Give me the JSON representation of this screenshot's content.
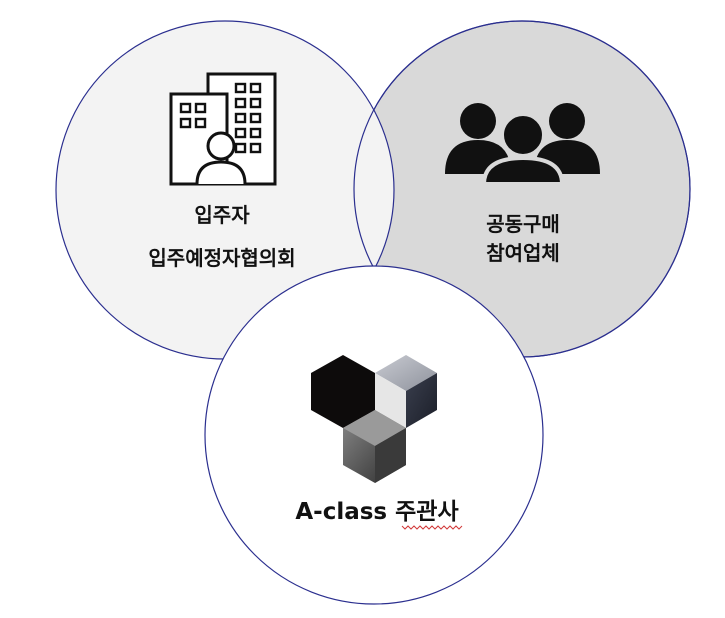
{
  "diagram": {
    "circles": [
      {
        "id": "residents",
        "fill": "#f3f3f3",
        "icon": "apartment-building-with-person-icon",
        "labels": [
          "입주자",
          "입주예정자협의회"
        ]
      },
      {
        "id": "vendors",
        "fill": "#d9d9d9",
        "icon": "group-of-people-icon",
        "labels": [
          "공동구매",
          "참여업체"
        ]
      },
      {
        "id": "organizer",
        "fill": "#ffffff",
        "icon": "hexagon-cubes-logo-icon",
        "labels": [
          "A-class 주관사"
        ]
      }
    ],
    "stroke_color": "#2b2f8f"
  }
}
